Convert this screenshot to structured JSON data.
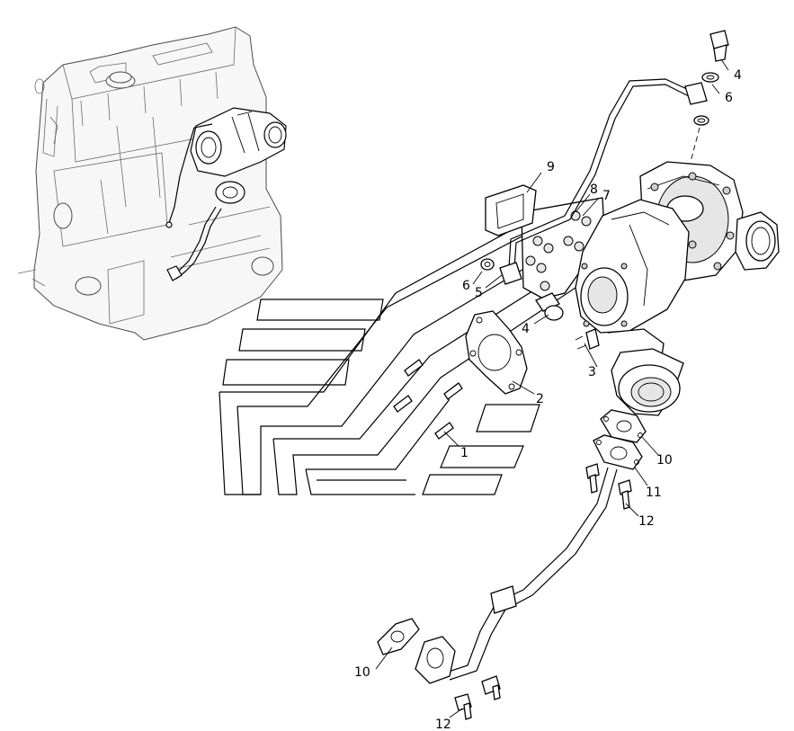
{
  "diagram": {
    "callouts": [
      {
        "id": "c-1",
        "text": "1"
      },
      {
        "id": "c-2",
        "text": "2"
      },
      {
        "id": "c-3",
        "text": "3"
      },
      {
        "id": "c-4a",
        "text": "4"
      },
      {
        "id": "c-4b",
        "text": "4"
      },
      {
        "id": "c-5",
        "text": "5"
      },
      {
        "id": "c-6a",
        "text": "6"
      },
      {
        "id": "c-6b",
        "text": "6"
      },
      {
        "id": "c-7",
        "text": "7"
      },
      {
        "id": "c-8",
        "text": "8"
      },
      {
        "id": "c-9",
        "text": "9"
      },
      {
        "id": "c-10a",
        "text": "10"
      },
      {
        "id": "c-10b",
        "text": "10"
      },
      {
        "id": "c-11",
        "text": "11"
      },
      {
        "id": "c-12a",
        "text": "12"
      },
      {
        "id": "c-12b",
        "text": "12"
      }
    ]
  }
}
